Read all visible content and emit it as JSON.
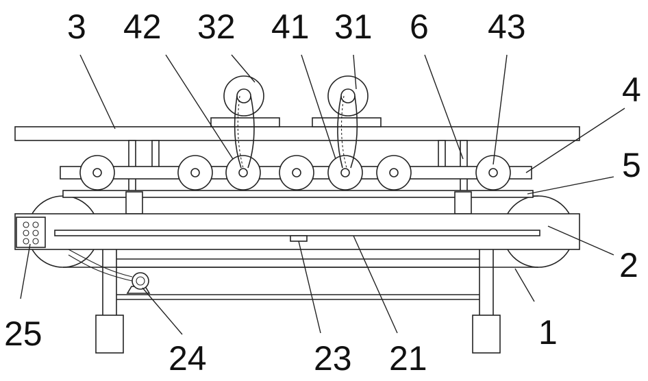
{
  "labels": {
    "l3": "3",
    "l42": "42",
    "l32": "32",
    "l41": "41",
    "l31": "31",
    "l6": "6",
    "l43": "43",
    "l4": "4",
    "l5": "5",
    "l2": "2",
    "l1": "1",
    "l25": "25",
    "l24": "24",
    "l23": "23",
    "l21": "21"
  },
  "colors": {
    "line": "#222222",
    "background": "#ffffff"
  }
}
